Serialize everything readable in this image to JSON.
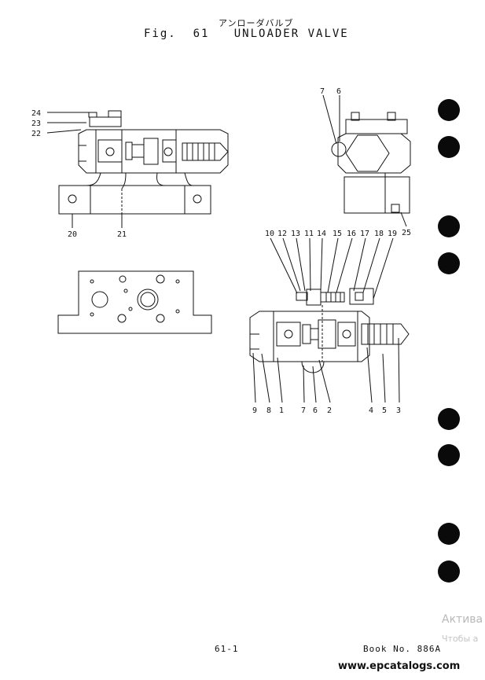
{
  "header": {
    "title_japanese": "アンローダバルブ",
    "figure_label": "Fig.  61",
    "figure_title": "UNLOADER VALVE"
  },
  "callouts": {
    "top_left": [
      "24",
      "23",
      "22",
      "20",
      "21"
    ],
    "top_right": [
      "7",
      "6",
      "25"
    ],
    "assembly_top": [
      "10",
      "12",
      "13",
      "11",
      "14",
      "15",
      "16",
      "17",
      "18",
      "19"
    ],
    "assembly_bottom": [
      "9",
      "8",
      "1",
      "7",
      "6",
      "2",
      "4",
      "5",
      "3"
    ]
  },
  "footer": {
    "page_number": "61-1",
    "book_number": "Book No. 886A",
    "website": "www.epcatalogs.com"
  },
  "system_overlay": {
    "activation_line1": "Актива",
    "activation_line2": "Чтобы а"
  }
}
